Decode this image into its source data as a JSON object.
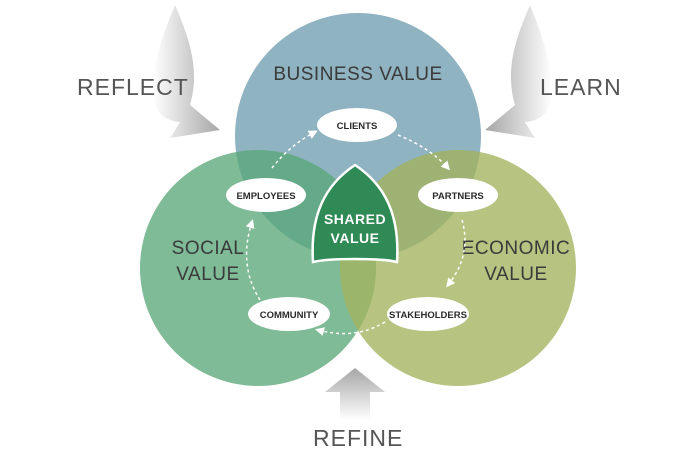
{
  "circles": {
    "business": {
      "label": "BUSINESS VALUE",
      "color": "#6f9db0"
    },
    "social": {
      "line1": "SOCIAL",
      "line2": "VALUE",
      "color": "#5aa878"
    },
    "economic": {
      "line1": "ECONOMIC",
      "line2": "VALUE",
      "color": "#a3b35e"
    }
  },
  "center": {
    "line1": "SHARED",
    "line2": "VALUE"
  },
  "nodes": {
    "clients": "CLIENTS",
    "partners": "PARTNERS",
    "stakeholders": "STAKEHOLDERS",
    "community": "COMMUNITY",
    "employees": "EMPLOYEES"
  },
  "arrows": {
    "reflect": "REFLECT",
    "learn": "LEARN",
    "refine": "REFINE"
  }
}
